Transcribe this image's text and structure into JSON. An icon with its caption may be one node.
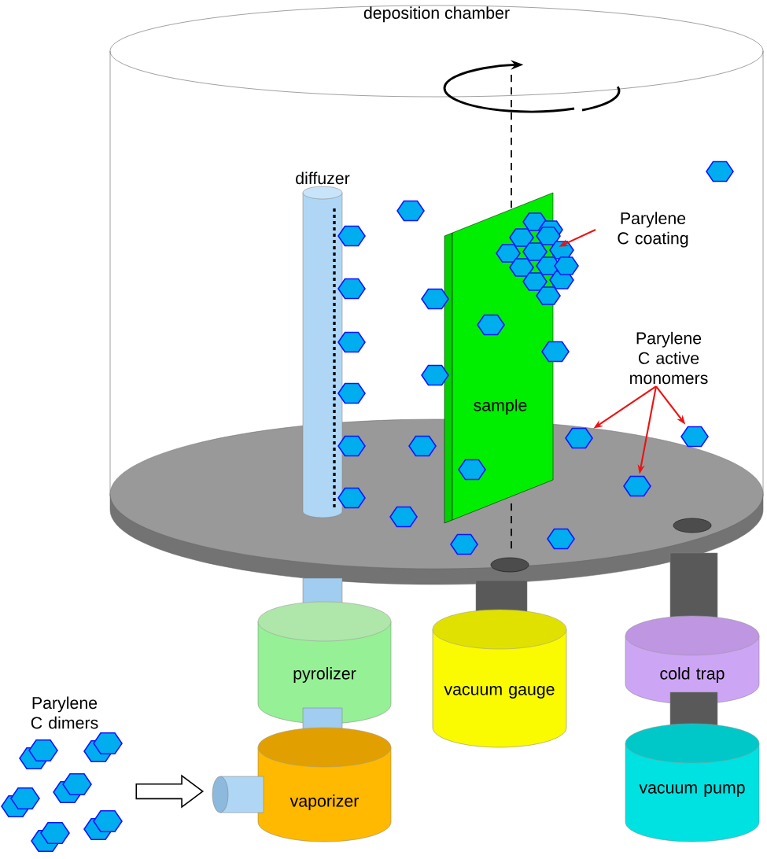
{
  "diagram": {
    "nodes": [
      {
        "text": [
          "deposition chamber"
        ]
      },
      {
        "text": [
          "diffuzer"
        ],
        "in": 0
      },
      {
        "text": [
          "sample"
        ],
        "in": 0
      },
      {
        "text": [
          "Parylene C coating"
        ],
        "in": 0
      },
      {
        "text": [],
        "shape": "picture",
        "in": 0
      },
      {
        "text": [
          "Parylene C active monomers"
        ],
        "in": 0
      },
      {
        "text": [],
        "shape": "hexagon",
        "in": 0
      },
      {
        "text": [],
        "shape": "hexagon",
        "in": 0
      },
      {
        "text": [],
        "shape": "hexagon",
        "in": 0
      },
      {
        "text": [
          "pyrolizer"
        ]
      },
      {
        "text": [
          "vacuum gauge"
        ]
      },
      {
        "text": [
          "cold trap"
        ]
      },
      {
        "text": [
          "vaporizer"
        ]
      },
      {
        "text": [
          "vacuum pump"
        ]
      },
      {
        "text": [
          "Parylene C dimers"
        ]
      }
    ],
    "edges": [
      {
        "from": 3,
        "to": 4,
        "arrow": "to"
      },
      {
        "from": 5,
        "to": 6,
        "arrow": "to"
      },
      {
        "from": 5,
        "to": 7,
        "arrow": "to"
      },
      {
        "from": 5,
        "to": 8,
        "arrow": "to"
      },
      {
        "from": 14,
        "to": 12,
        "arrow": "to",
        "style": "thick",
        "color": "#000000"
      }
    ]
  }
}
